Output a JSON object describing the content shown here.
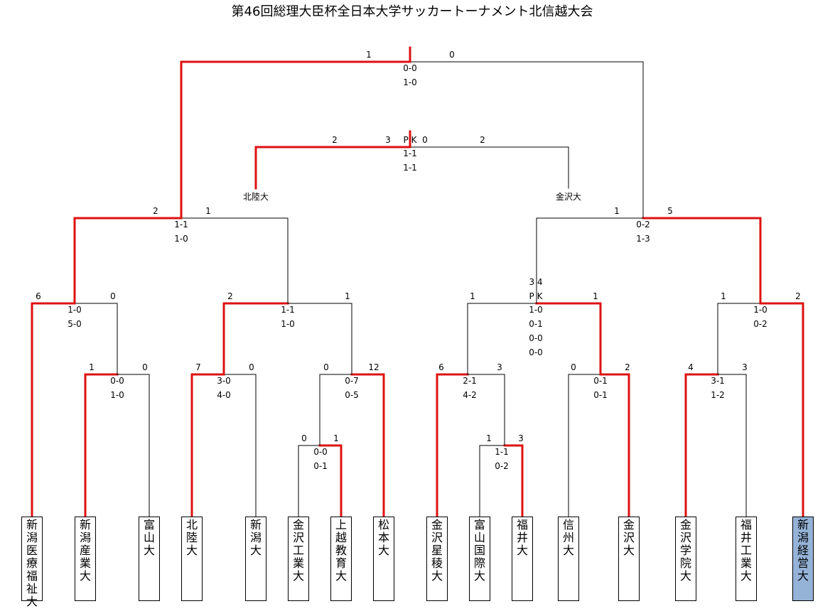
{
  "title": "第46回総理大臣杯全日本大学サッカートーナメント北信越大会",
  "colors": {
    "winner_line": "#dd1111",
    "loser_line": "#000000",
    "champion_fill": "#95b3d7"
  },
  "teams": [
    {
      "name": "新潟医療福祉大"
    },
    {
      "name": "新潟産業大"
    },
    {
      "name": "富山大"
    },
    {
      "name": "北陸大"
    },
    {
      "name": "新潟大"
    },
    {
      "name": "金沢工業大"
    },
    {
      "name": "上越教育大"
    },
    {
      "name": "松本大"
    },
    {
      "name": "金沢星稜大"
    },
    {
      "name": "富山国際大"
    },
    {
      "name": "福井大"
    },
    {
      "name": "信州大"
    },
    {
      "name": "金沢大"
    },
    {
      "name": "金沢学院大"
    },
    {
      "name": "福井工業大"
    },
    {
      "name": "新潟経営大",
      "champion": true
    }
  ],
  "matches": [
    {
      "id": "m-kanazawakogyo-joetsu",
      "left_score": "0",
      "right_score": "1",
      "halves": [
        "0-0",
        "0-1"
      ]
    },
    {
      "id": "m-toyamakokusai-fukui",
      "left_score": "1",
      "right_score": "3",
      "halves": [
        "1-1",
        "0-2"
      ]
    },
    {
      "id": "m-sangyo-toyama",
      "left_score": "1",
      "right_score": "0",
      "halves": [
        "0-0",
        "1-0"
      ]
    },
    {
      "id": "m-hokuriku-niigata",
      "left_score": "7",
      "right_score": "0",
      "halves": [
        "3-0",
        "4-0"
      ]
    },
    {
      "id": "m-joetsu-matsumoto",
      "left_score": "0",
      "right_score": "12",
      "halves": [
        "0-7",
        "0-5"
      ]
    },
    {
      "id": "m-seiryo-fukui",
      "left_score": "6",
      "right_score": "3",
      "halves": [
        "2-1",
        "4-2"
      ]
    },
    {
      "id": "m-shinshu-kanazawa",
      "left_score": "0",
      "right_score": "2",
      "halves": [
        "0-1",
        "0-1"
      ]
    },
    {
      "id": "m-gakuin-fukuikogyo",
      "left_score": "4",
      "right_score": "3",
      "halves": [
        "3-1",
        "1-2"
      ]
    },
    {
      "id": "m-iryo-sangyo",
      "left_score": "6",
      "right_score": "0",
      "halves": [
        "1-0",
        "5-0"
      ]
    },
    {
      "id": "m-hokuriku-matsumoto",
      "left_score": "2",
      "right_score": "1",
      "halves": [
        "1-1",
        "1-0"
      ]
    },
    {
      "id": "m-seiryo-kanazawa",
      "left_score": "1",
      "right_score": "1",
      "pk": "3 4",
      "pk_label": "P K",
      "halves": [
        "1-0",
        "0-1",
        "0-0",
        "0-0"
      ]
    },
    {
      "id": "m-gakuin-keiei",
      "left_score": "1",
      "right_score": "2",
      "halves": [
        "1-0",
        "0-2"
      ]
    },
    {
      "id": "m-iryo-hokuriku",
      "left_score": "2",
      "right_score": "1",
      "halves": [
        "1-1",
        "1-0"
      ]
    },
    {
      "id": "m-kanazawa-keiei",
      "left_score": "1",
      "right_score": "5",
      "halves": [
        "0-2",
        "1-3"
      ]
    },
    {
      "id": "m-playoff",
      "left_score": "2",
      "right_score": "2",
      "pk_left": "3",
      "pk_label": "P K",
      "pk_right": "0",
      "halves": [
        "1-1",
        "1-1"
      ],
      "left_team": "北陸大",
      "right_team": "金沢大"
    },
    {
      "id": "m-final",
      "left_score": "1",
      "right_score": "0",
      "halves": [
        "0-0",
        "1-0"
      ]
    }
  ]
}
